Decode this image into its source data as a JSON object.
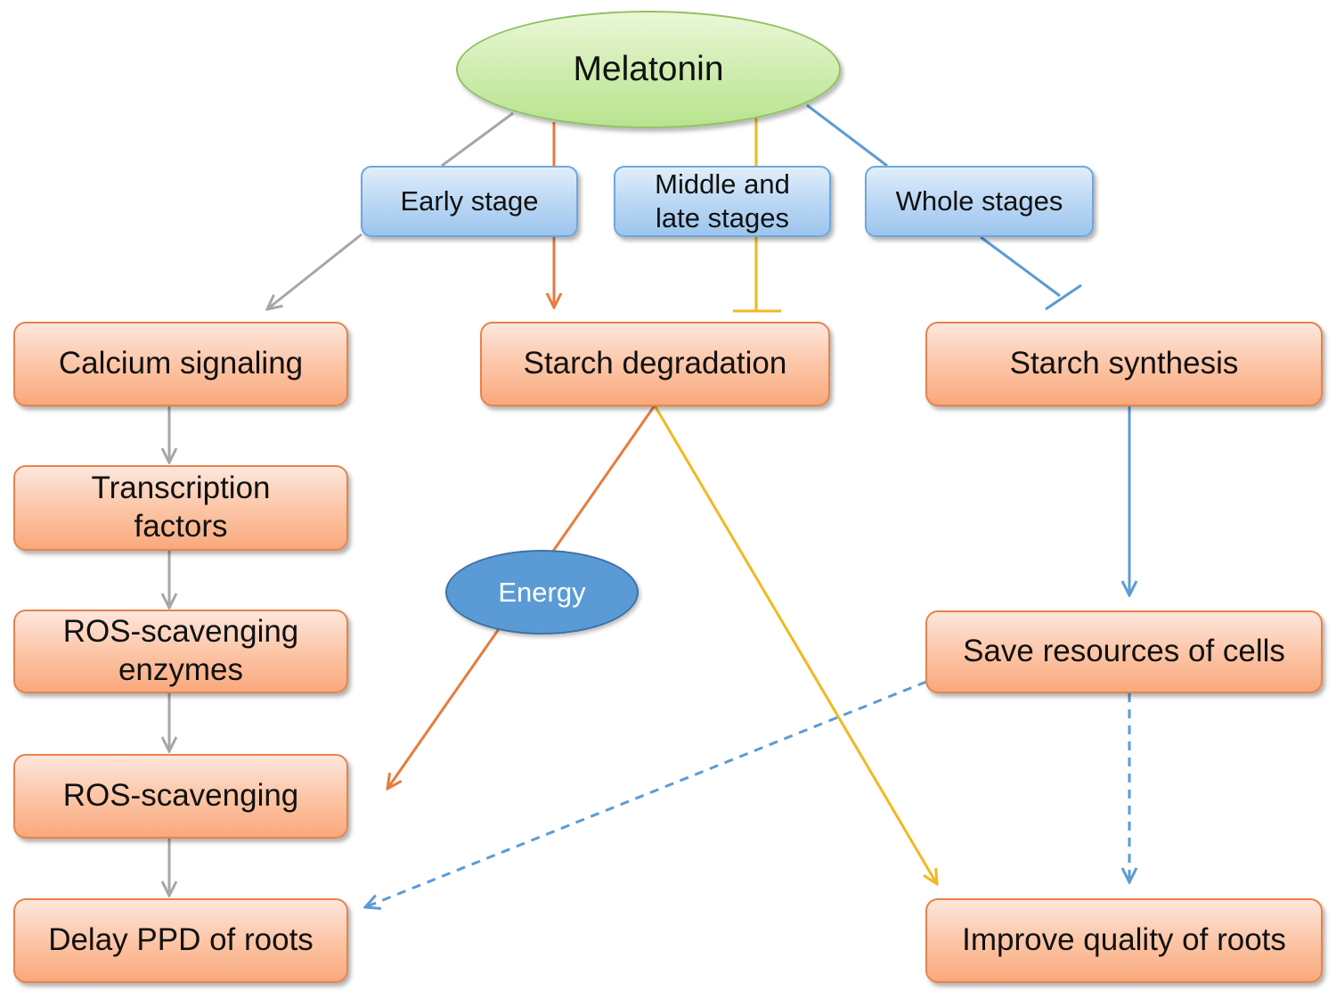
{
  "nodes": {
    "melatonin": "Melatonin",
    "early_stage": "Early stage",
    "middle_late_stages": "Middle and late stages",
    "whole_stages": "Whole stages",
    "calcium_signaling": "Calcium signaling",
    "starch_degradation": "Starch degradation",
    "starch_synthesis": "Starch synthesis",
    "transcription_factors": "Transcription factors",
    "ros_scavenging_enzymes": "ROS-scavenging enzymes",
    "energy": "Energy",
    "save_resources": "Save resources of cells",
    "ros_scavenging": "ROS-scavenging",
    "delay_ppd": "Delay PPD of roots",
    "improve_quality": "Improve quality of roots"
  },
  "colors": {
    "gray_arrow": "#a6a6a6",
    "orange_arrow": "#e87b3e",
    "yellow_inhibit": "#f2b820",
    "blue_line": "#5b9bd5"
  }
}
